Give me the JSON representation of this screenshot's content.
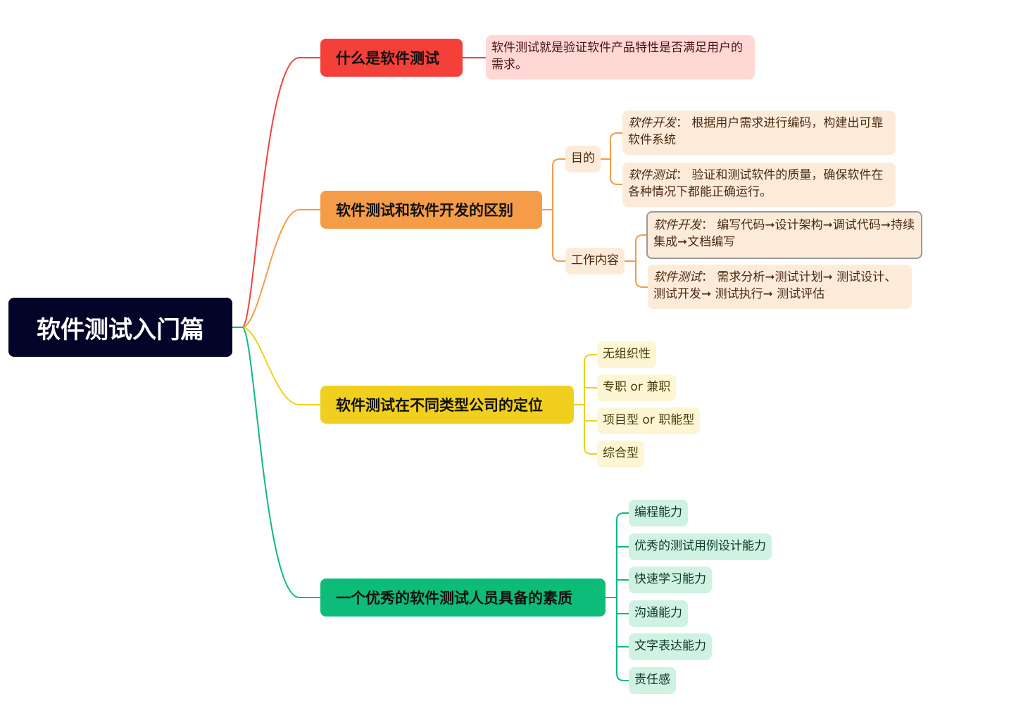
{
  "root": {
    "title": "软件测试入门篇"
  },
  "branches": [
    {
      "title": "什么是软件测试",
      "color": "#f5403a",
      "children": [
        {
          "text": "软件测试就是验证软件产品特性是否满足用户的需求。"
        }
      ]
    },
    {
      "title": "软件测试和软件开发的区别",
      "color": "#f49c47",
      "children": [
        {
          "label": "目的",
          "children": [
            {
              "key": "软件开发",
              "text": "：  根据用户需求进行编码，构建出可靠软件系统"
            },
            {
              "key": "软件测试",
              "text": "：  验证和测试软件的质量，确保软件在各种情况下都能正确运行。"
            }
          ]
        },
        {
          "label": "工作内容",
          "children": [
            {
              "key": "软件开发",
              "text": "：  编写代码➞设计架构➞调试代码➞持续集成➞文档编写"
            },
            {
              "key": "软件测试",
              "text": "：  需求分析➞测试计划➞ 测试设计、测试开发➞ 测试执行➞ 测试评估"
            }
          ]
        }
      ]
    },
    {
      "title": "软件测试在不同类型公司的定位",
      "color": "#f0cf1e",
      "children": [
        "无组织性",
        "专职 or 兼职",
        "项目型 or 职能型",
        "综合型"
      ]
    },
    {
      "title": "一个优秀的软件测试人员具备的素质",
      "color": "#0dbc79",
      "children": [
        "编程能力",
        "优秀的测试用例设计能力",
        "快速学习能力",
        "沟通能力",
        "文字表达能力",
        "责任感"
      ]
    }
  ]
}
